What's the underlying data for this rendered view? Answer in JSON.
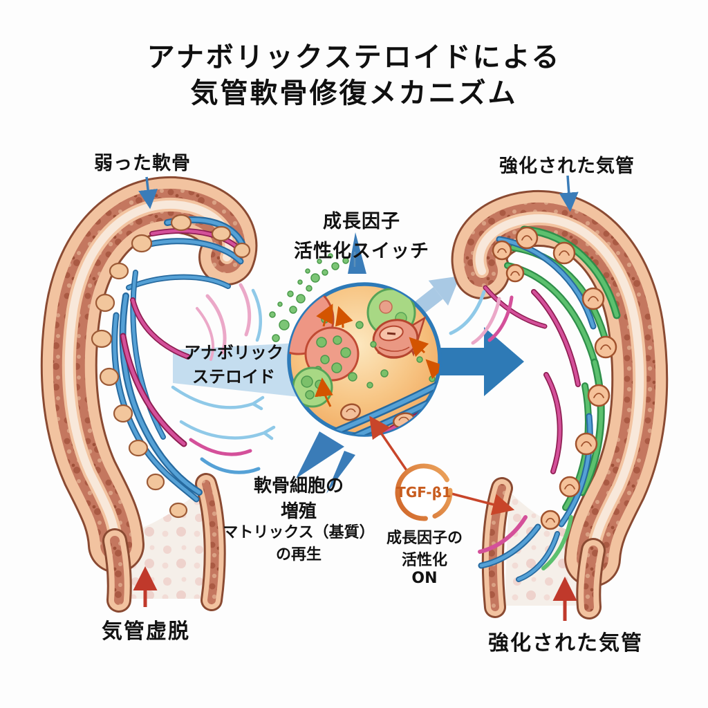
{
  "title": {
    "line1": "アナボリックステロイドによる",
    "line2": "気管軟骨修復メカニズム"
  },
  "left_panel": {
    "top_label": "弱った軟骨",
    "bottom_label": "気管虚脱"
  },
  "right_panel": {
    "top_label": "強化された気管",
    "bottom_label": "強化された気管"
  },
  "center": {
    "switch_line1": "成長因子",
    "switch_line2": "活性化スイッチ",
    "steroid_line1": "アナボリック",
    "steroid_line2": "ステロイド",
    "proliferation_line1": "軟骨細胞の",
    "proliferation_line2": "増殖",
    "matrix_line1": "マトリックス（基質）",
    "matrix_line2": "の再生",
    "tgf_badge": "TGF-β1",
    "activation_line1": "成長因子の",
    "activation_line2": "活性化",
    "activation_line3": "ON"
  },
  "colors": {
    "big_arrow_blue": "#2e7ab6",
    "label_arrow_blue": "#3a7cb8",
    "steroid_band_blue": "#c4ddef",
    "red_arrow": "#c0392b",
    "connector_red": "#c8452a",
    "tgf_ring_orange": "#d2691e",
    "inset_border_blue": "#2d7ab8",
    "cartilage_mottle": "#c4775f",
    "wall_peach": "#f2c3a0",
    "green_fiber": "#3da558",
    "blue_fiber": "#3b86c5",
    "magenta_fiber": "#c2307c"
  }
}
